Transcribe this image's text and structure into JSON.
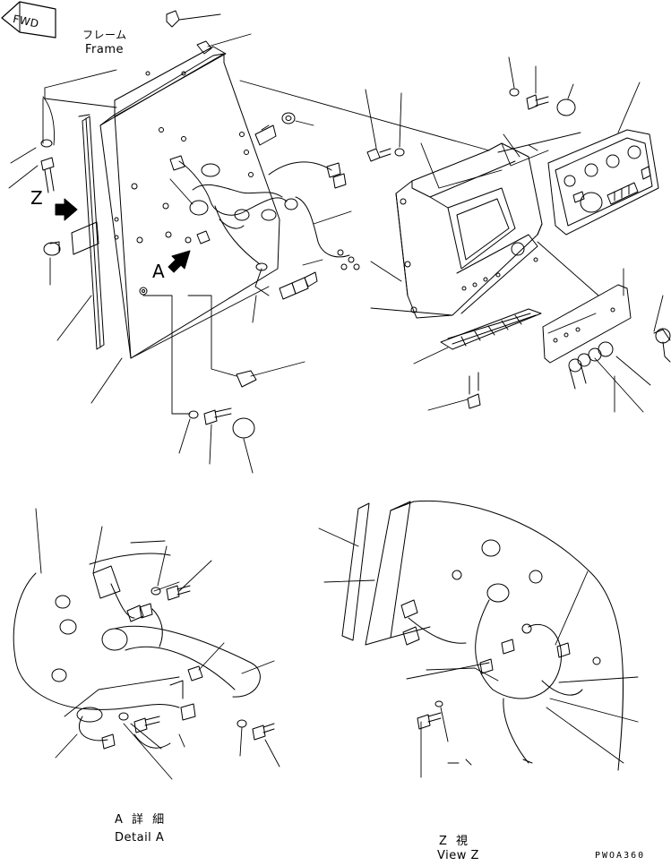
{
  "labels": {
    "fwd": "FWD",
    "frame_jp": "フレーム",
    "frame_en": "Frame",
    "view_z_marker": "Z",
    "detail_a_marker": "A",
    "detail_a_jp": "A 詳 細",
    "detail_a_en": "Detail A",
    "view_z_jp": "Z  視",
    "view_z_en": "View Z",
    "drawing_code": "PWOA360"
  },
  "icons": {
    "fwd_arrow": "fwd-arrow-icon",
    "view_arrow": "bold-arrow-icon"
  },
  "colors": {
    "line": "#000000",
    "background": "#ffffff"
  }
}
